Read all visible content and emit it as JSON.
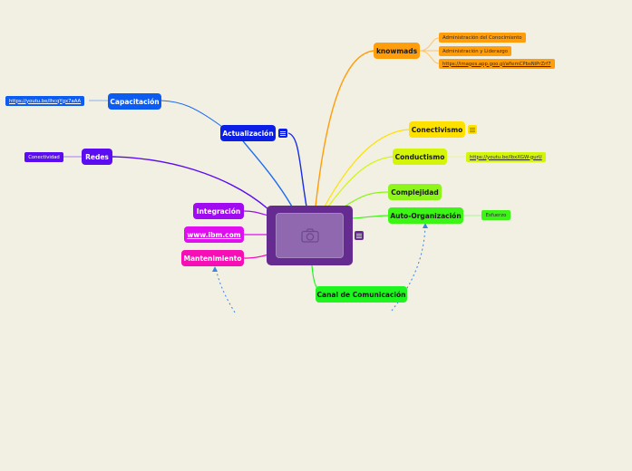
{
  "mindmap": {
    "background": "#f2efe3",
    "central": {
      "image_icon": "camera-icon",
      "color": "#652b91",
      "has_note": true
    },
    "branches": {
      "knowmads": {
        "label": "knowmads",
        "color": "#ff9d0a",
        "children": [
          {
            "label": "Administración del Conocimiento"
          },
          {
            "label": "Administración y Liderazgo"
          },
          {
            "label": "https://images.app.goo.gl/afIemCPbsNiPrZrf7",
            "is_link": true
          }
        ]
      },
      "capacitacion": {
        "label": "Capacitación",
        "color": "#0d5cf2",
        "children": [
          {
            "label": "https://youtu.be/IhcqYgx7aAA",
            "is_link": true
          }
        ]
      },
      "actualizacion": {
        "label": "Actualización",
        "color": "#0b1ee6",
        "has_note": true
      },
      "redes": {
        "label": "Redes",
        "color": "#5b0cf0",
        "children": [
          {
            "label": "Conectividad"
          }
        ]
      },
      "conectivismo": {
        "label": "Conectivismo",
        "color": "#ffe100",
        "has_note": true
      },
      "conductismo": {
        "label": "Conductismo",
        "color": "#d4f50a",
        "children": [
          {
            "label": "https://youtu.be/lbxXGW-gurU",
            "is_link": true
          }
        ]
      },
      "complejidad": {
        "label": "Complejidad",
        "color": "#8ef51b"
      },
      "auto_organizacion": {
        "label": "Auto-Organización",
        "color": "#3bf514",
        "children": [
          {
            "label": "Esfuerzo"
          }
        ]
      },
      "integracion": {
        "label": "Integración",
        "color": "#a10bf0"
      },
      "ibm": {
        "label": "www.ibm.com",
        "color": "#e00ff0",
        "is_link": true
      },
      "mantenimiento": {
        "label": "Mantenimiento",
        "color": "#f50fb4"
      },
      "canal": {
        "label": "Canal de Comunicación",
        "color": "#1ef51e"
      }
    },
    "relationships": [
      {
        "from": "Canal de Comunicación",
        "to": "Auto-Organización",
        "style": "dashed",
        "color": "#3c84e0"
      },
      {
        "from": "(off-node point)",
        "to": "Mantenimiento",
        "style": "dashed",
        "color": "#3c84e0"
      }
    ]
  }
}
